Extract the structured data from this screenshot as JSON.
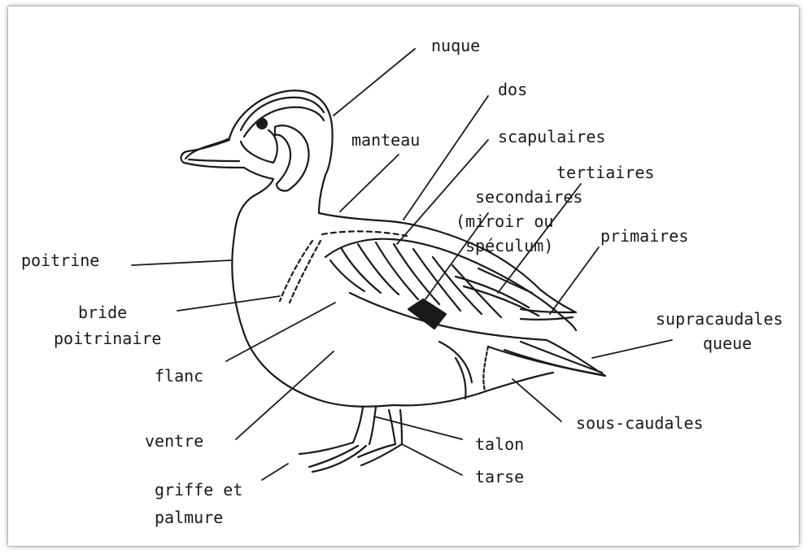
{
  "labels": {
    "nuque": "nuque",
    "dos": "dos",
    "manteau": "manteau",
    "scapulaires": "scapulaires",
    "tertiaires": "tertiaires",
    "secondaires_1": "secondaires",
    "secondaires_2": "(miroir ou",
    "secondaires_3": "spéculum)",
    "primaires": "primaires",
    "poitrine": "poitrine",
    "bride_1": "bride",
    "bride_2": "poitrinaire",
    "flanc": "flanc",
    "supracaudales": "supracaudales",
    "queue": "queue",
    "sous_caudales": "sous-caudales",
    "ventre": "ventre",
    "talon": "talon",
    "tarse": "tarse",
    "griffe_1": "griffe et",
    "griffe_2": "palmure"
  },
  "colors": {
    "ink": "#1a1a1a",
    "paper": "#ffffff"
  }
}
